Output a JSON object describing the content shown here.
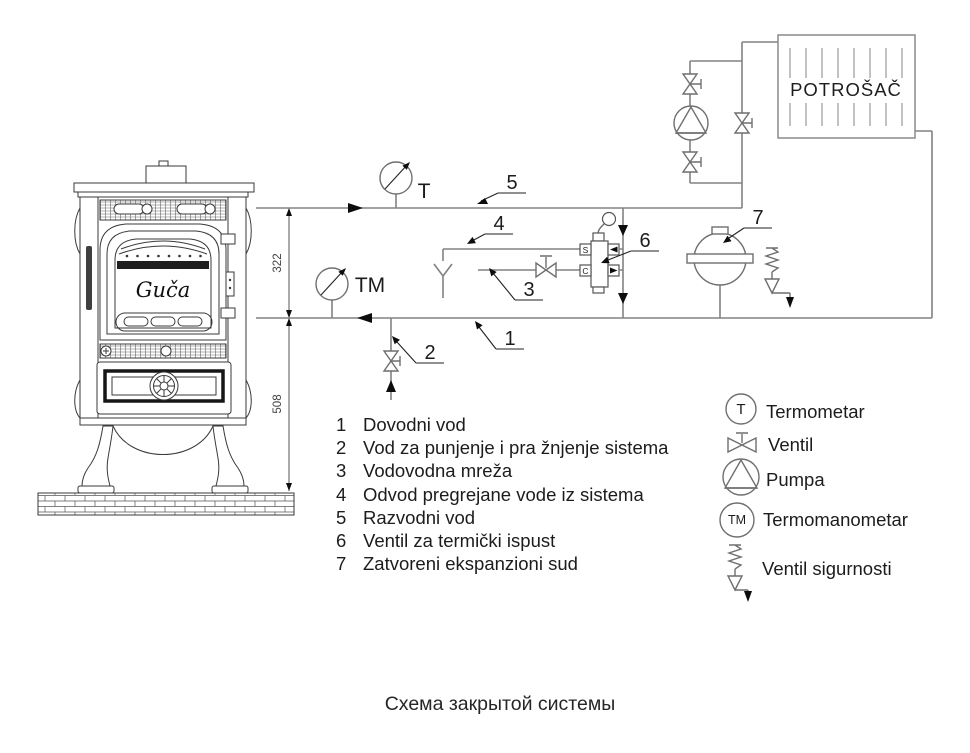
{
  "caption": "Схема закрытой системы",
  "consumer": {
    "label": "POTROŠAČ"
  },
  "stove": {
    "brand": "Guča",
    "dim_upper": "322",
    "dim_lower": "508"
  },
  "gauges": {
    "thermometer": "T",
    "thermomanometer": "TM"
  },
  "thermal_valve": {
    "port_top": "S",
    "port_bottom": "C"
  },
  "pipe_labels": {
    "l1": "1",
    "l2": "2",
    "l3": "3",
    "l4": "4",
    "l5": "5",
    "l6": "6",
    "l7": "7"
  },
  "legend": {
    "items": [
      {
        "num": "1",
        "text": "Dovodni vod"
      },
      {
        "num": "2",
        "text": "Vod za punjenje i pra žnjenje sistema"
      },
      {
        "num": "3",
        "text": "Vodovodna mreža"
      },
      {
        "num": "4",
        "text": "Odvod pregrejane vode iz sistema"
      },
      {
        "num": "5",
        "text": "Razvodni vod"
      },
      {
        "num": "6",
        "text": "Ventil za termički ispust"
      },
      {
        "num": "7",
        "text": "Zatvoreni ekspanzioni sud"
      }
    ]
  },
  "symbols": {
    "thermometer": {
      "icon": "T",
      "label": "Termometar"
    },
    "valve": {
      "label": "Ventil"
    },
    "pump": {
      "label": "Pumpa"
    },
    "thermomanometer": {
      "icon": "TM",
      "label": "Termomanometar"
    },
    "safety_valve": {
      "label": "Ventil sigurnosti"
    }
  },
  "colors": {
    "pipe": "#828282",
    "stove_line": "#3a3a3a",
    "arrow": "#0d0d0d",
    "text": "#1c1c1c"
  }
}
